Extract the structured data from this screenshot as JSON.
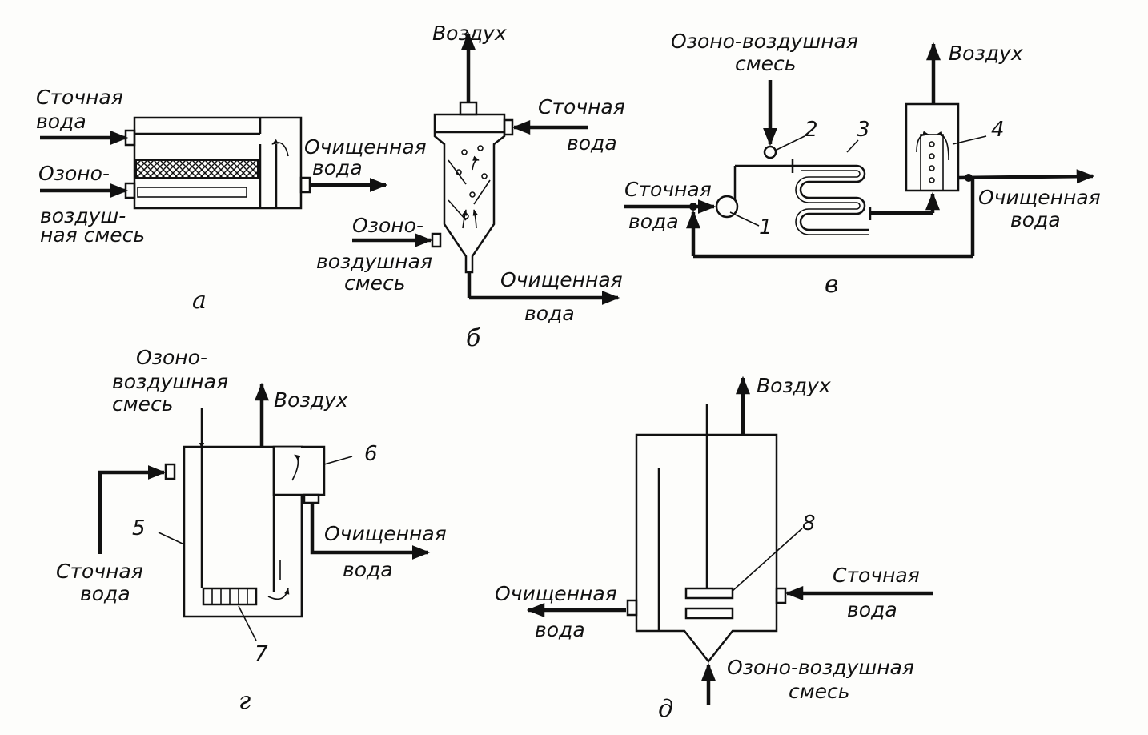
{
  "labels": {
    "wastewater": "Сточная",
    "water": "вода",
    "air": "Воздух",
    "ozone_prefix": "Озоно-",
    "air_mix_hyph": "воздуш-",
    "mix_line": "ная смесь",
    "air_mix": "воздушная",
    "mix": "смесь",
    "ozone_air": "Озоно-воздушная",
    "cleaned": "Очищенная"
  },
  "subfigures": {
    "a": "а",
    "b": "б",
    "v": "в",
    "g": "г",
    "d": "д"
  },
  "numbers": {
    "n1": "1",
    "n2": "2",
    "n3": "3",
    "n4": "4",
    "n5": "5",
    "n6": "6",
    "n7": "7",
    "n8": "8"
  }
}
